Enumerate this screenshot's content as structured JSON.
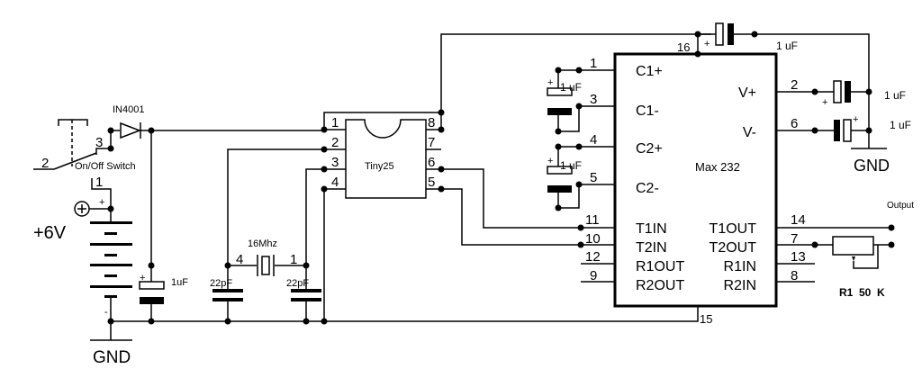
{
  "tiny": {
    "name": "Tiny25",
    "pins_left": [
      "1",
      "2",
      "3",
      "4"
    ],
    "pins_right": [
      "8",
      "7",
      "6",
      "5"
    ]
  },
  "max": {
    "name": "Max 232",
    "left_labels": [
      "C1+",
      "C1-",
      "C2+",
      "C2-",
      "T1IN",
      "T2IN",
      "R1OUT",
      "R2OUT"
    ],
    "left_pins": [
      "1",
      "3",
      "4",
      "5",
      "11",
      "10",
      "12",
      "9"
    ],
    "right_labels": [
      "V+",
      "V-",
      "T1OUT",
      "T2OUT",
      "R1IN",
      "R2IN"
    ],
    "right_pins": [
      "2",
      "6",
      "14",
      "7",
      "13",
      "8"
    ],
    "top_pin": "16",
    "bottom_pin": "15"
  },
  "caps": {
    "c_top": "1 uF",
    "c_vplus": "1 uF",
    "c_vminus": "1 uF",
    "c1": "1 uF",
    "c2": "1 uF",
    "c_supply": "1uF",
    "c_xtal1": "22pF",
    "c_xtal2": "22pF"
  },
  "crystal": {
    "label": "16Mhz",
    "pin_left": "4",
    "pin_right": "1"
  },
  "diode": "IN4001",
  "switch": {
    "label": "On/Off Switch",
    "pin1": "1",
    "pin2": "2",
    "pin3": "3"
  },
  "battery": {
    "label": "+6V",
    "plus": "+",
    "minus": "-"
  },
  "gnd_left": "GND",
  "gnd_right": "GND",
  "output": "Output",
  "resistor": "R1  50  K",
  "plus": "+"
}
